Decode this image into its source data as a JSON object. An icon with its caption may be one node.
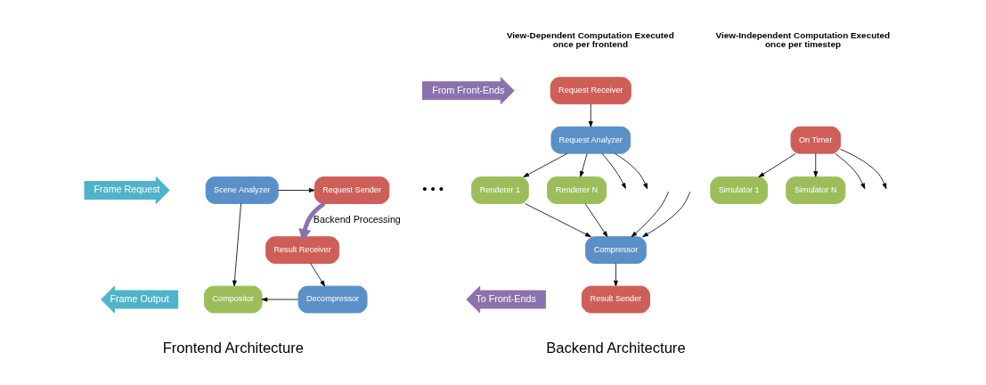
{
  "diagram": {
    "nodes": [
      {
        "text": [
          "Frame Request"
        ]
      },
      {
        "text": [
          "Scene Analyzer"
        ]
      },
      {
        "text": [
          "Request Sender"
        ]
      },
      {
        "text": [
          "Result Receiver"
        ]
      },
      {
        "text": [
          "Frame Output"
        ]
      },
      {
        "text": [
          "Compositor"
        ]
      },
      {
        "text": [
          "Decompressor"
        ]
      },
      {
        "text": [
          "On Timer"
        ]
      },
      {
        "text": [
          "Simulator 1"
        ]
      },
      {
        "text": [
          "Simulator N"
        ]
      },
      {
        "text": [
          "From Front-Ends"
        ]
      },
      {
        "text": [
          "Request Receiver"
        ]
      },
      {
        "text": [
          "Request Analyzer"
        ]
      },
      {
        "text": [
          "Renderer 1"
        ]
      },
      {
        "text": [
          "Renderer N"
        ]
      },
      {
        "text": [
          "Compressor"
        ]
      },
      {
        "text": [
          "To Front-Ends"
        ]
      },
      {
        "text": [
          "Result Sender"
        ]
      }
    ],
    "edges": [
      {
        "from": 1,
        "to": 2,
        "arrow": "to"
      },
      {
        "from": 1,
        "to": 5,
        "arrow": "to"
      },
      {
        "from": 2,
        "to": 3,
        "arrow": "to",
        "label": "Backend Processing",
        "style": "thick",
        "color": "#8b72ad"
      },
      {
        "from": 3,
        "to": 6,
        "arrow": "to"
      },
      {
        "from": 6,
        "to": 5,
        "arrow": "to"
      },
      {
        "from": 7,
        "to": 8,
        "arrow": "to"
      },
      {
        "from": 7,
        "to": null,
        "arrow": "to"
      },
      {
        "from": 7,
        "to": null,
        "arrow": "to"
      },
      {
        "from": 7,
        "to": 9,
        "arrow": "to"
      },
      {
        "from": 11,
        "to": 12,
        "arrow": "to"
      },
      {
        "from": 12,
        "to": 13,
        "arrow": "to"
      },
      {
        "from": 12,
        "to": null,
        "arrow": "to"
      },
      {
        "from": 12,
        "to": null,
        "arrow": "to"
      },
      {
        "from": 12,
        "to": 14,
        "arrow": "to"
      },
      {
        "from": 13,
        "to": 15,
        "arrow": "to"
      },
      {
        "from": null,
        "to": 15,
        "arrow": "to"
      },
      {
        "from": null,
        "to": 15,
        "arrow": "to"
      },
      {
        "from": 14,
        "to": 15,
        "arrow": "to"
      },
      {
        "from": 15,
        "to": 17,
        "arrow": "to"
      }
    ],
    "labels": [
      "View-Independent Computation Executed once per timestep",
      "View-Dependent Computation Executed once per frontend",
      "• • •",
      "Frontend Architecture",
      "Backend Architecture"
    ]
  }
}
